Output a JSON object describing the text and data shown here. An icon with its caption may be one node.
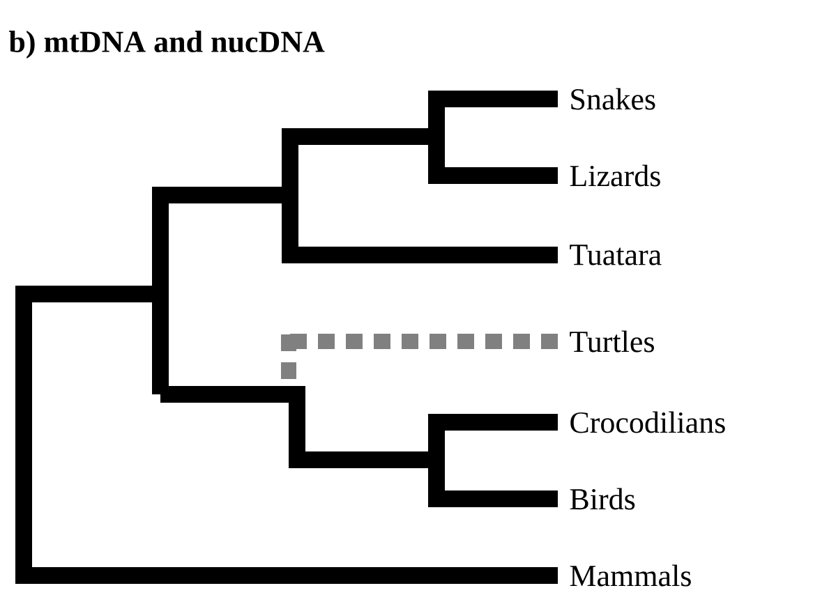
{
  "diagram": {
    "title": "b) mtDNA and nucDNA",
    "labels": [
      "Snakes",
      "Lizards",
      "Tuatara",
      "Turtles",
      "Crocodilians",
      "Birds",
      "Mammals"
    ]
  }
}
